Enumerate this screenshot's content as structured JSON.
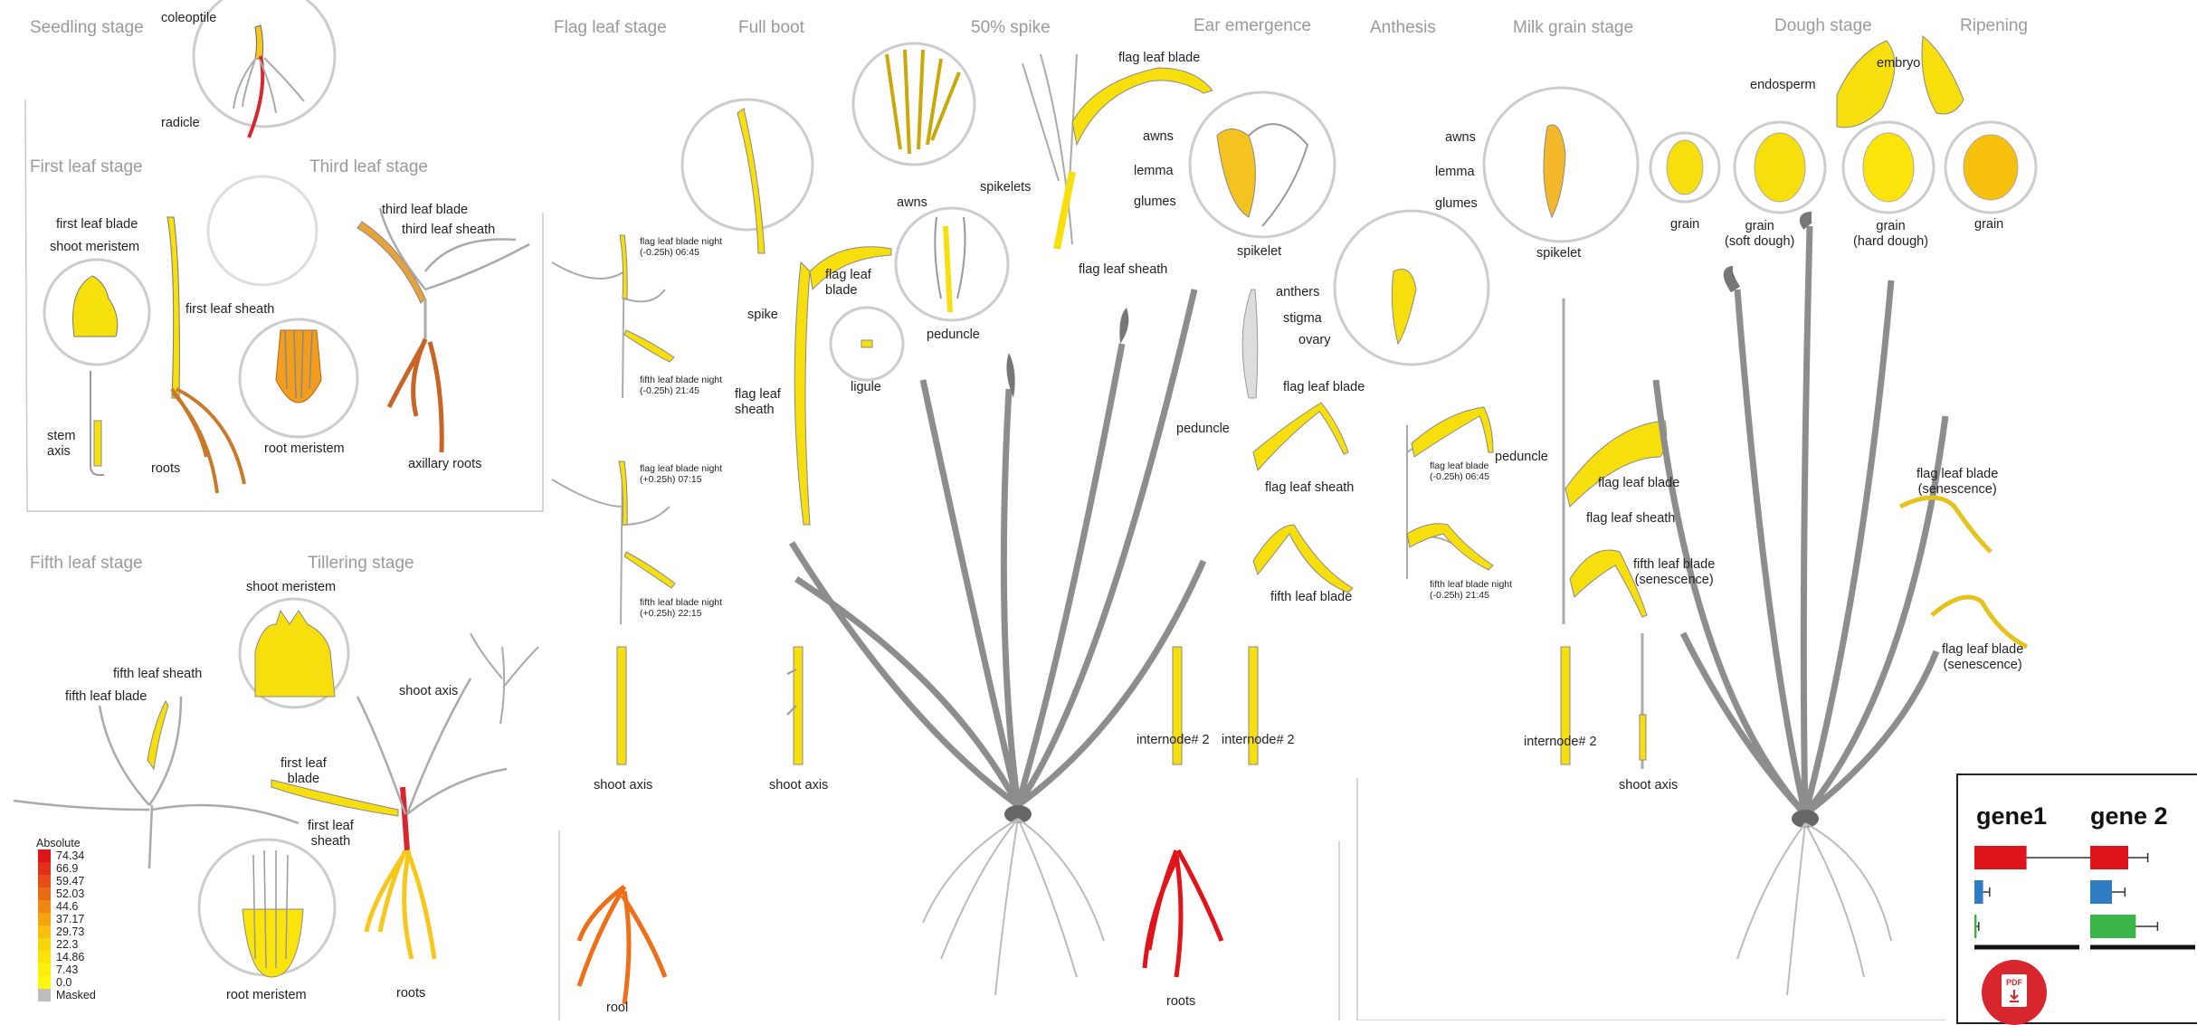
{
  "stages": [
    {
      "id": "seedling",
      "title": "Seedling stage"
    },
    {
      "id": "first-leaf",
      "title": "First leaf stage"
    },
    {
      "id": "third-leaf",
      "title": "Third leaf stage"
    },
    {
      "id": "fifth-leaf",
      "title": "Fifth leaf stage"
    },
    {
      "id": "tillering",
      "title": "Tillering stage"
    },
    {
      "id": "flag-leaf",
      "title": "Flag leaf stage"
    },
    {
      "id": "full-boot",
      "title": "Full boot"
    },
    {
      "id": "spike-50",
      "title": "50% spike"
    },
    {
      "id": "ear-emergence",
      "title": "Ear emergence"
    },
    {
      "id": "anthesis",
      "title": "Anthesis"
    },
    {
      "id": "milk-grain",
      "title": "Milk grain stage"
    },
    {
      "id": "dough",
      "title": "Dough stage"
    },
    {
      "id": "ripening",
      "title": "Ripening"
    }
  ],
  "labels": {
    "coleoptile": "coleoptile",
    "radicle": "radicle",
    "first_leaf_blade": "first leaf blade",
    "shoot_meristem": "shoot  meristem",
    "first_leaf_sheath": "first leaf sheath",
    "stem_axis": "stem\naxis",
    "roots": "roots",
    "root_meristem": "root  meristem",
    "third_leaf_blade": "third leaf blade",
    "third_leaf_sheath": "third leaf sheath",
    "axillary_roots": "axillary roots",
    "fifth_leaf_sheath": "fifth leaf sheath",
    "fifth_leaf_blade": "fifth leaf blade",
    "shoot_meristem_2": "shoot  meristem",
    "shoot_axis": "shoot axis",
    "first_leaf_blade_2": "first leaf\nblade",
    "first_leaf_sheath_2": "first leaf\nsheath",
    "root_meristem_2": "root  meristem",
    "roots_2": "roots",
    "flb_night_1": "flag leaf blade night\n(-0.25h) 06:45",
    "fifth_night_1": "fifth leaf blade night\n(-0.25h) 21:45",
    "flb_night_2": "flag leaf blade night\n(+0.25h) 07:15",
    "fifth_night_2": "fifth leaf blade night\n(+0.25h) 22:15",
    "shoot_axis_1": "shoot axis",
    "rool": "rool",
    "spike": "spike",
    "flag_leaf_blade_fb": "flag leaf\nblade",
    "flag_leaf_sheath_fb": "flag leaf\nsheath",
    "ligule": "ligule",
    "awns_fb": "awns",
    "shoot_axis_2": "shoot axis",
    "flag_leaf_blade_top": "flag leaf blade",
    "spikelets": "spikelets",
    "peduncle_1": "peduncle",
    "flag_leaf_sheath_1": "flag leaf sheath",
    "awns_ee": "awns",
    "lemma_ee": "lemma",
    "glumes_ee": "glumes",
    "spikelet_ee": "spikelet",
    "flag_leaf_blade_ee": "flag leaf blade",
    "peduncle_ee": "peduncle",
    "flag_leaf_sheath_ee": "flag leaf sheath",
    "fifth_leaf_blade_ee": "fifth leaf blade",
    "internode_a": "internode# 2",
    "internode_b": "internode# 2",
    "roots_3": "roots",
    "anthers": "anthers",
    "stigma": "stigma",
    "ovary": "ovary",
    "anthesis_flb": "flag leaf blade\n(-0.25h) 06:45",
    "anthesis_fifth": "fifth leaf blade night\n(-0.25h) 21:45",
    "peduncle_an": "peduncle",
    "awns_mg": "awns",
    "lemma_mg": "lemma",
    "glumes_mg": "glumes",
    "spikelet_mg": "spikelet",
    "flag_leaf_blade_mg": "flag leaf blade",
    "flag_leaf_sheath_mg": "flag leaf sheath",
    "fifth_sen_mg": "fifth leaf blade\n(senescence)",
    "internode_mg": "internode# 2",
    "shoot_axis_mg": "shoot axis",
    "endosperm": "endosperm",
    "embryo": "embryo",
    "grain_1": "grain",
    "grain_soft": "grain\n(soft dough)",
    "grain_hard": "grain\n(hard dough)",
    "grain_4": "grain",
    "flb_sen_1": "flag leaf blade\n(senescence)",
    "flb_sen_2": "flag leaf blade\n(senescence)"
  },
  "legend": {
    "title": "Absolute",
    "entries": [
      {
        "value": "74.34",
        "color": "#e0141b"
      },
      {
        "value": "66.9",
        "color": "#e3301a"
      },
      {
        "value": "59.47",
        "color": "#e74d18"
      },
      {
        "value": "52.03",
        "color": "#eb6a16"
      },
      {
        "value": "44.6",
        "color": "#ef8713"
      },
      {
        "value": "37.17",
        "color": "#f3a410"
      },
      {
        "value": "29.73",
        "color": "#f6c00d"
      },
      {
        "value": "22.3",
        "color": "#f9d60a"
      },
      {
        "value": "14.86",
        "color": "#fbe40a"
      },
      {
        "value": "7.43",
        "color": "#fdee0b"
      },
      {
        "value": "0.0",
        "color": "#fff70d"
      },
      {
        "value": "Masked",
        "color": "#bdbdbd"
      }
    ]
  },
  "genes": {
    "gene1": {
      "label": "gene1",
      "bars": [
        {
          "value": 0.48,
          "err": 0.72,
          "color": "#e0141b"
        },
        {
          "value": 0.08,
          "err": 0.06,
          "color": "#2f7cc2"
        },
        {
          "value": 0.02,
          "err": 0.02,
          "color": "#3bb54a"
        }
      ]
    },
    "gene2": {
      "label": "gene 2",
      "bars": [
        {
          "value": 0.35,
          "err": 0.18,
          "color": "#e0141b"
        },
        {
          "value": 0.2,
          "err": 0.12,
          "color": "#2f7cc2"
        },
        {
          "value": 0.42,
          "err": 0.2,
          "color": "#3bb54a"
        }
      ]
    }
  },
  "pdf_button": {
    "text": "PDF"
  },
  "colors": {
    "stage_title": "#9a9a9a",
    "yellow": "#f7df0d",
    "orange": "#ef8713",
    "red": "#e0141b",
    "gray_plant": "#9e9e9e"
  }
}
